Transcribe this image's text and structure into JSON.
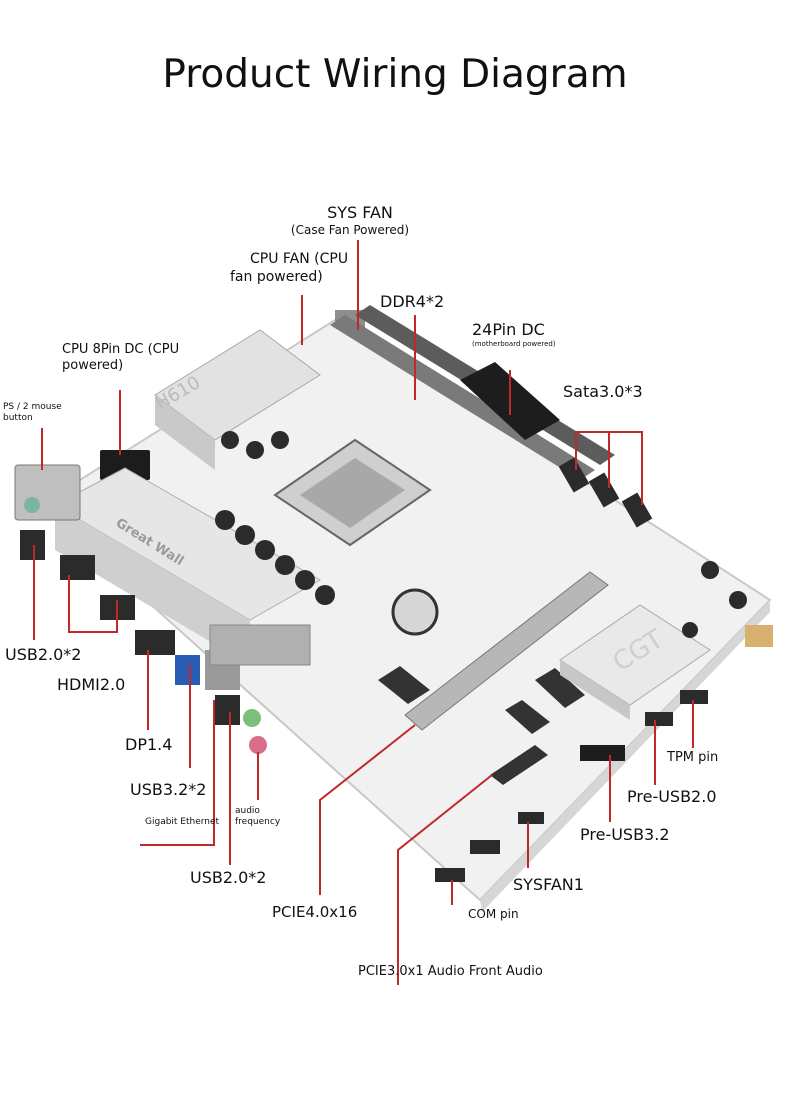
{
  "title": "Product Wiring Diagram",
  "colors": {
    "accent": "#c0282b",
    "board": "#f2f2f2",
    "heatsink": "#d9d9d9",
    "dark": "#2a2a2a"
  },
  "board_marks": {
    "heatsink_logo": "Great Wall",
    "chipset_logo": "CGT",
    "vrm_label": "H610"
  },
  "labels": {
    "sys_fan": {
      "main": "SYS FAN",
      "sub": "(Case Fan Powered)"
    },
    "cpu_fan": {
      "main": "CPU FAN (CPU",
      "sub": "fan powered)"
    },
    "ddr4": "DDR4*2",
    "pin24": {
      "main": "24Pin DC",
      "sub": "(motherboard powered)"
    },
    "cpu8": {
      "main": "CPU 8Pin DC (CPU",
      "sub": "powered)"
    },
    "sata": "Sata3.0*3",
    "ps2": {
      "main": "PS / 2 mouse",
      "sub": "button"
    },
    "usb20_top": "USB2.0*2",
    "hdmi": "HDMI2.0",
    "dp": "DP1.4",
    "usb32": "USB3.2*2",
    "audio_freq": {
      "main": "audio",
      "sub": "frequency"
    },
    "gigabit": "Gigabit Ethernet",
    "usb20_bottom": "USB2.0*2",
    "pcie4": "PCIE4.0x16",
    "com_pin": "COM pin",
    "sysfan1": "SYSFAN1",
    "pcie3": "PCIE3.0x1 Audio Front Audio",
    "tpm": "TPM pin",
    "pre_usb20": "Pre-USB2.0",
    "pre_usb32": "Pre-USB3.2"
  }
}
